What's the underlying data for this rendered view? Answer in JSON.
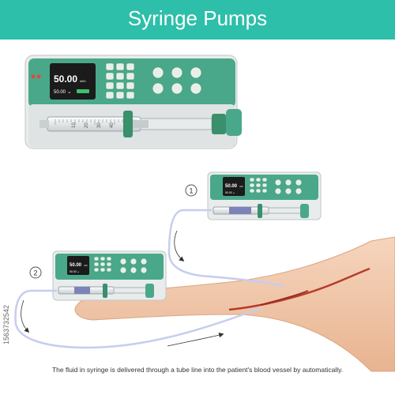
{
  "title": "Syringe Pumps",
  "caption": "The fluid in syringe is delivered through a tube line into the patient's blood vessel by automatically.",
  "stock_id": "1563732542",
  "pumps": {
    "main": {
      "display_value": "50.00",
      "display_unit": "ml/h",
      "display_sub_value": "50.00",
      "display_sub_unit": "ml",
      "scale_ticks": [
        "10",
        "20",
        "30",
        "40"
      ]
    },
    "step1": {
      "number": "1",
      "display_value": "50.00",
      "display_unit": "ml/h",
      "display_sub_value": "50.00",
      "display_sub_unit": "ml"
    },
    "step2": {
      "number": "2",
      "display_value": "50.00",
      "display_unit": "ml/h",
      "display_sub_value": "50.00",
      "display_sub_unit": "ml"
    }
  },
  "colors": {
    "brand_teal": "#2dbfa9",
    "pump_green": "#4aa88a",
    "dark_green": "#2e7d5b",
    "display_bg": "#1b1b1b",
    "skin": "#f3c9a8",
    "vein": "#c0392b"
  },
  "icons": [
    "syringe-pump-icon",
    "arm-icon",
    "tube-line-icon",
    "arrow-icon"
  ]
}
